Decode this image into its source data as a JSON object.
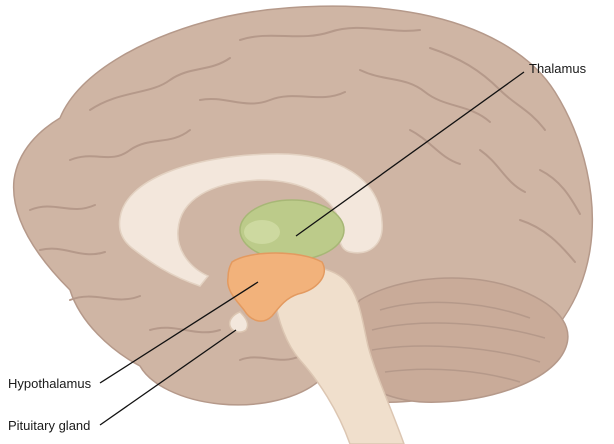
{
  "labels": {
    "thalamus": "Thalamus",
    "hypothalamus": "Hypothalamus",
    "pituitary": "Pituitary gland"
  },
  "colors": {
    "brain": "#cfb5a4",
    "brain_dark": "#b5998a",
    "corpus_callosum": "#f3e7dc",
    "thalamus": "#bccb8a",
    "hypothalamus": "#f2b27b",
    "brainstem": "#f0dfcc",
    "leader_line": "#111111"
  }
}
